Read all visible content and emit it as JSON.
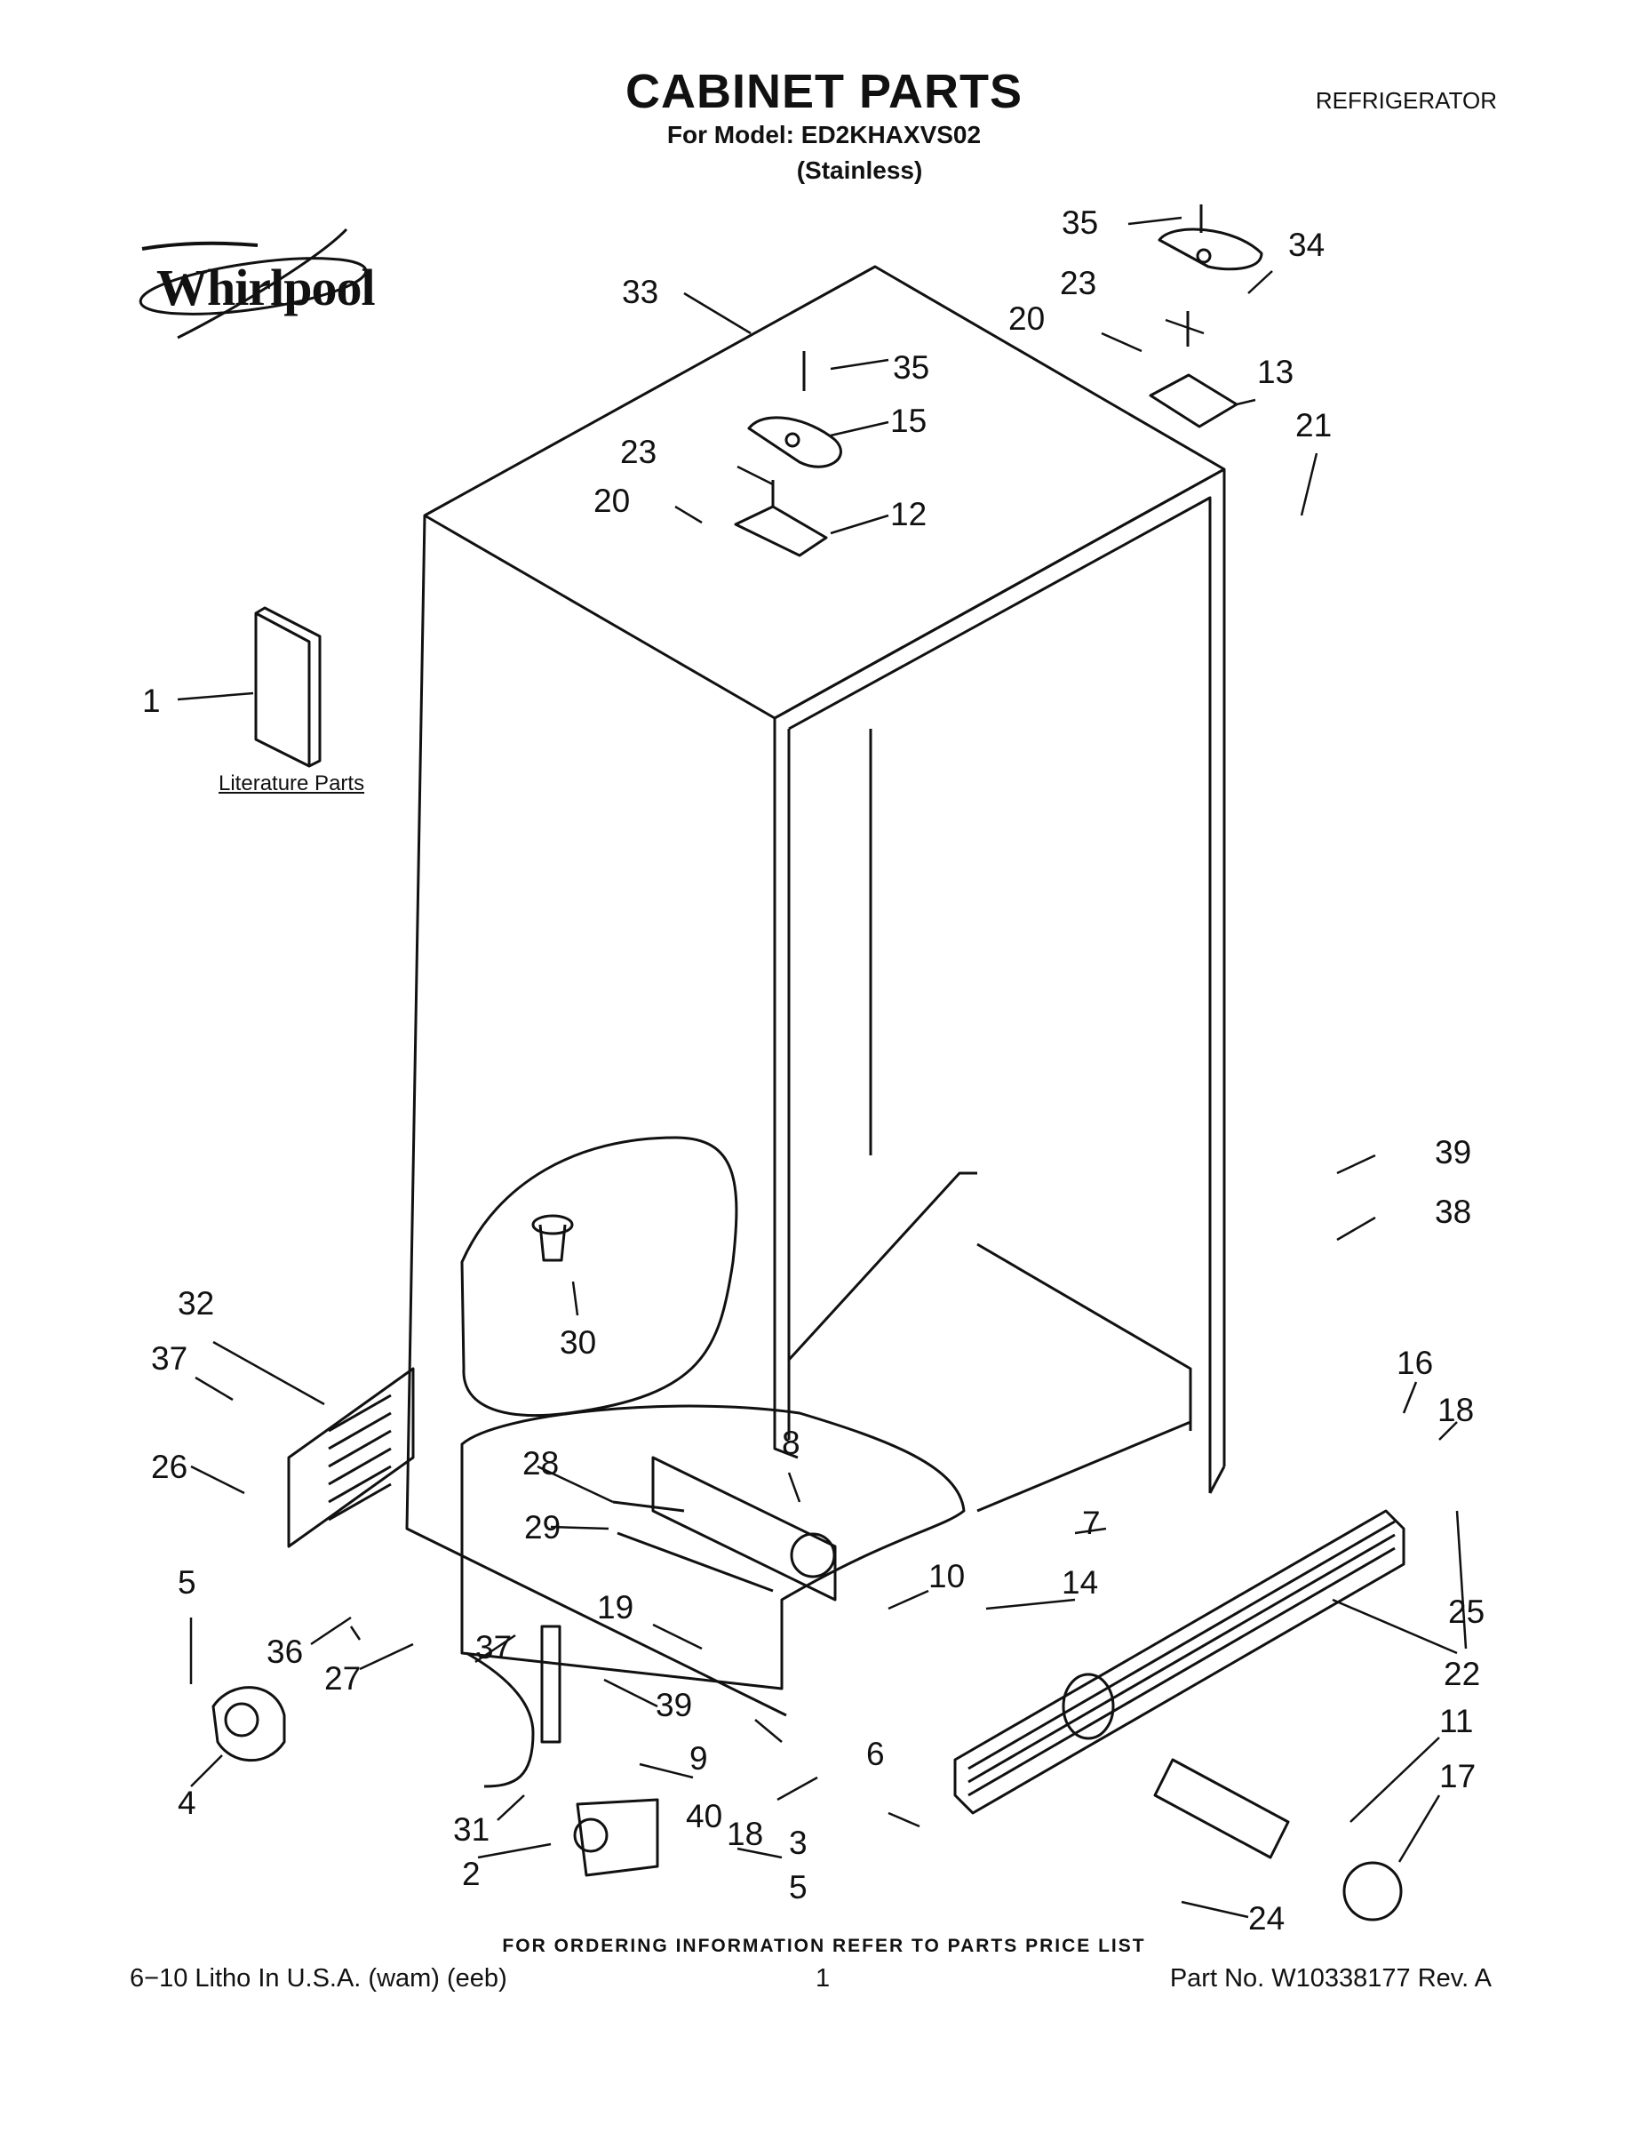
{
  "header": {
    "title": "CABINET PARTS",
    "model_line": "For Model: ED2KHAXVS02",
    "variant": "(Stainless)",
    "appliance": "REFRIGERATOR"
  },
  "brand": {
    "name": "Whirlpool"
  },
  "literature_label": "Literature Parts",
  "callouts": [
    "1",
    "2",
    "3",
    "4",
    "5",
    "5",
    "6",
    "7",
    "8",
    "9",
    "10",
    "11",
    "12",
    "13",
    "14",
    "15",
    "16",
    "17",
    "18",
    "18",
    "19",
    "20",
    "20",
    "21",
    "22",
    "23",
    "23",
    "24",
    "25",
    "26",
    "27",
    "28",
    "29",
    "30",
    "31",
    "32",
    "33",
    "34",
    "35",
    "35",
    "36",
    "37",
    "37",
    "38",
    "39",
    "39",
    "40"
  ],
  "footer": {
    "ordering_note": "FOR ORDERING INFORMATION REFER TO PARTS PRICE LIST",
    "print_info": "6−10 Litho In U.S.A. (wam) (eeb)",
    "page_number": "1",
    "part_number": "Part No. W10338177 Rev. A"
  }
}
